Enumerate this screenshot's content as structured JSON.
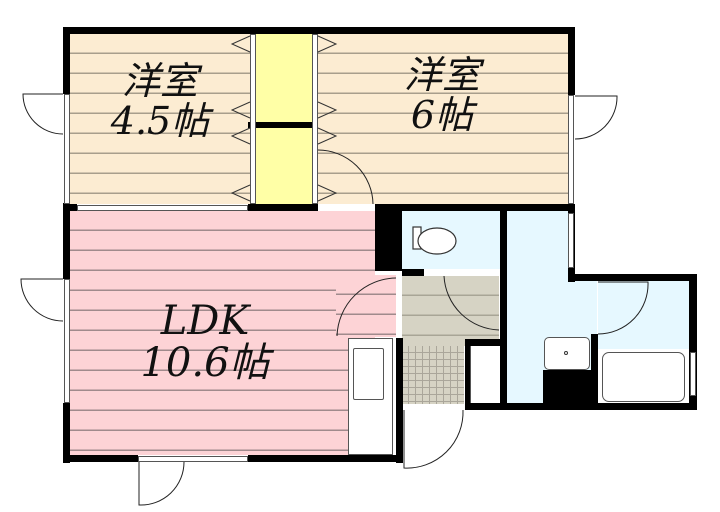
{
  "floor_plan": {
    "rooms": [
      {
        "id": "western-room-1",
        "name": "洋室",
        "size": "4.5帖"
      },
      {
        "id": "western-room-2",
        "name": "洋室",
        "size": "6帖"
      },
      {
        "id": "ldk",
        "name": "LDK",
        "size": "10.6帖"
      }
    ],
    "colors": {
      "bedroom": "#fcecd2",
      "ldk": "#fdd3d6",
      "closet": "#ffffa6",
      "wet_area": "#e6f8ff",
      "hallway": "#d6d3c4",
      "wall": "#000000"
    }
  }
}
